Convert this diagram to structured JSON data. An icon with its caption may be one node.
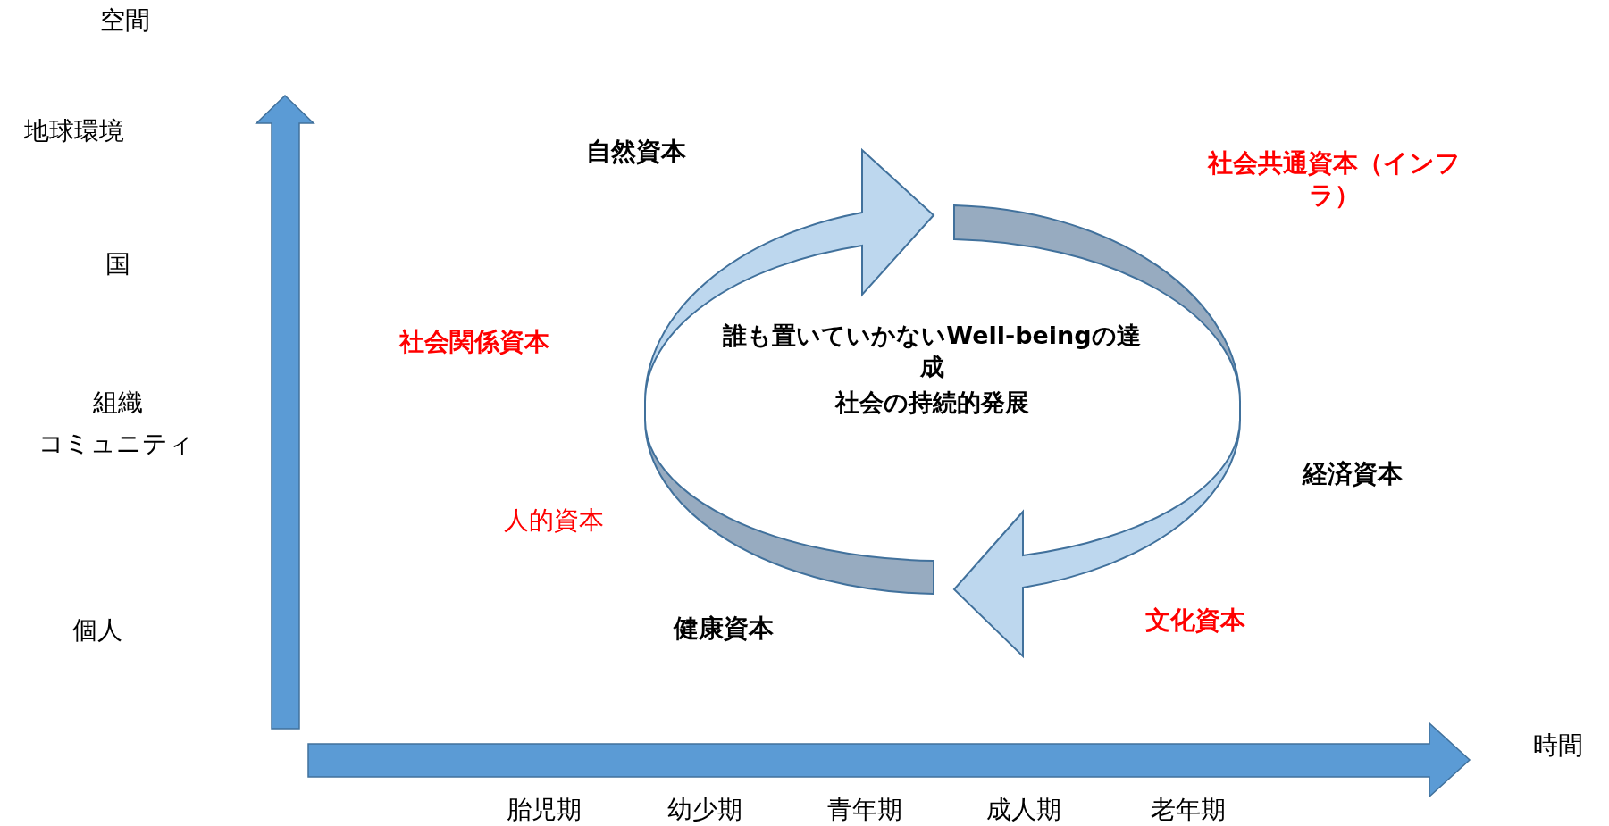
{
  "diagram": {
    "labels": [
      "空間",
      "地球環境",
      "自然資本",
      "社会共通資本（インフラ）",
      "国",
      "社会関係資本",
      "誰も置いていかないWell-beingの達成",
      "社会の持続的発展",
      "組織",
      "コミュニティ",
      "経済資本",
      "人的資本",
      "文化資本",
      "個人",
      "健康資本",
      "時間",
      "胎児期",
      "幼少期",
      "青年期",
      "成人期",
      "老年期"
    ]
  }
}
